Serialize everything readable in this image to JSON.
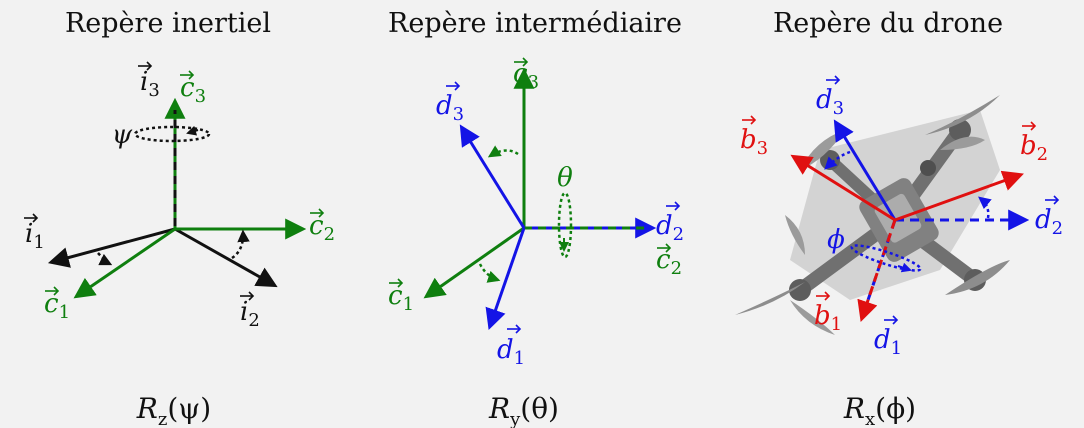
{
  "colors": {
    "black": "#111111",
    "green": "#0f7f0f",
    "blue": "#1414e6",
    "red": "#e01010",
    "background": "#f2f2f2"
  },
  "panels": [
    {
      "title": "Repère inertiel",
      "caption": {
        "base": "R",
        "sub": "z",
        "arg": "(ψ)"
      },
      "angle_label": "ψ"
    },
    {
      "title": "Repère intermédiaire",
      "caption": {
        "base": "R",
        "sub": "y",
        "arg": "(θ)"
      },
      "angle_label": "θ"
    },
    {
      "title": "Repère du drone",
      "caption": {
        "base": "R",
        "sub": "x",
        "arg": "(ϕ)"
      },
      "angle_label": "ϕ"
    }
  ],
  "vectors": {
    "i": {
      "letter": "i",
      "subs": [
        "1",
        "2",
        "3"
      ]
    },
    "c": {
      "letter": "c",
      "subs": [
        "1",
        "2",
        "3"
      ]
    },
    "d": {
      "letter": "d",
      "subs": [
        "1",
        "2",
        "3"
      ]
    },
    "b": {
      "letter": "b",
      "subs": [
        "1",
        "2",
        "3"
      ]
    }
  }
}
